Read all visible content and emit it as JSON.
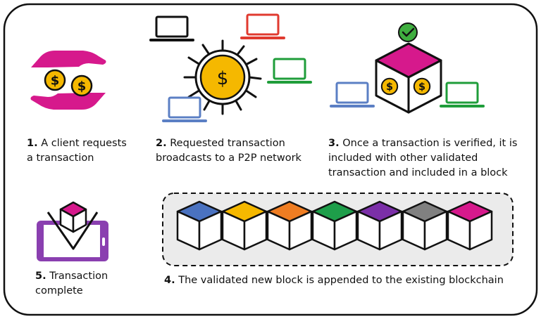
{
  "steps": [
    {
      "number": "1.",
      "lines": [
        "A client requests",
        "a transaction"
      ]
    },
    {
      "number": "2.",
      "lines": [
        "Requested transaction",
        "broadcasts to a P2P network"
      ]
    },
    {
      "number": "3.",
      "lines": [
        "Once a transaction is verified, it is",
        "included with other validated",
        "transaction and included in a block"
      ]
    },
    {
      "number": "4.",
      "lines": [
        "The validated new block is appended to the existing blockchain"
      ]
    },
    {
      "number": "5.",
      "lines": [
        "Transaction",
        "complete"
      ]
    }
  ],
  "icons": {
    "currency_symbol": "$",
    "hands": "hands-exchanging-money-icon",
    "network": "p2p-network-icon",
    "verified": "checkmark-icon",
    "phone": "smartphone-icon"
  },
  "colors": {
    "magenta": "#d6198c",
    "gold": "#f5b800",
    "laptop_black": "#111111",
    "laptop_red": "#e03a2f",
    "laptop_green": "#1f9d3a",
    "laptop_blue": "#5b7fc4",
    "check_green": "#3fae3f",
    "phone_purple": "#8a3fb0",
    "chain_box_bg": "#ebebeb"
  },
  "blockchain": [
    {
      "color": "#4a72c0"
    },
    {
      "color": "#f5b800"
    },
    {
      "color": "#ef7d22"
    },
    {
      "color": "#1e9e4a"
    },
    {
      "color": "#7b2fa8"
    },
    {
      "color": "#808080"
    },
    {
      "color": "#d6198c"
    }
  ]
}
